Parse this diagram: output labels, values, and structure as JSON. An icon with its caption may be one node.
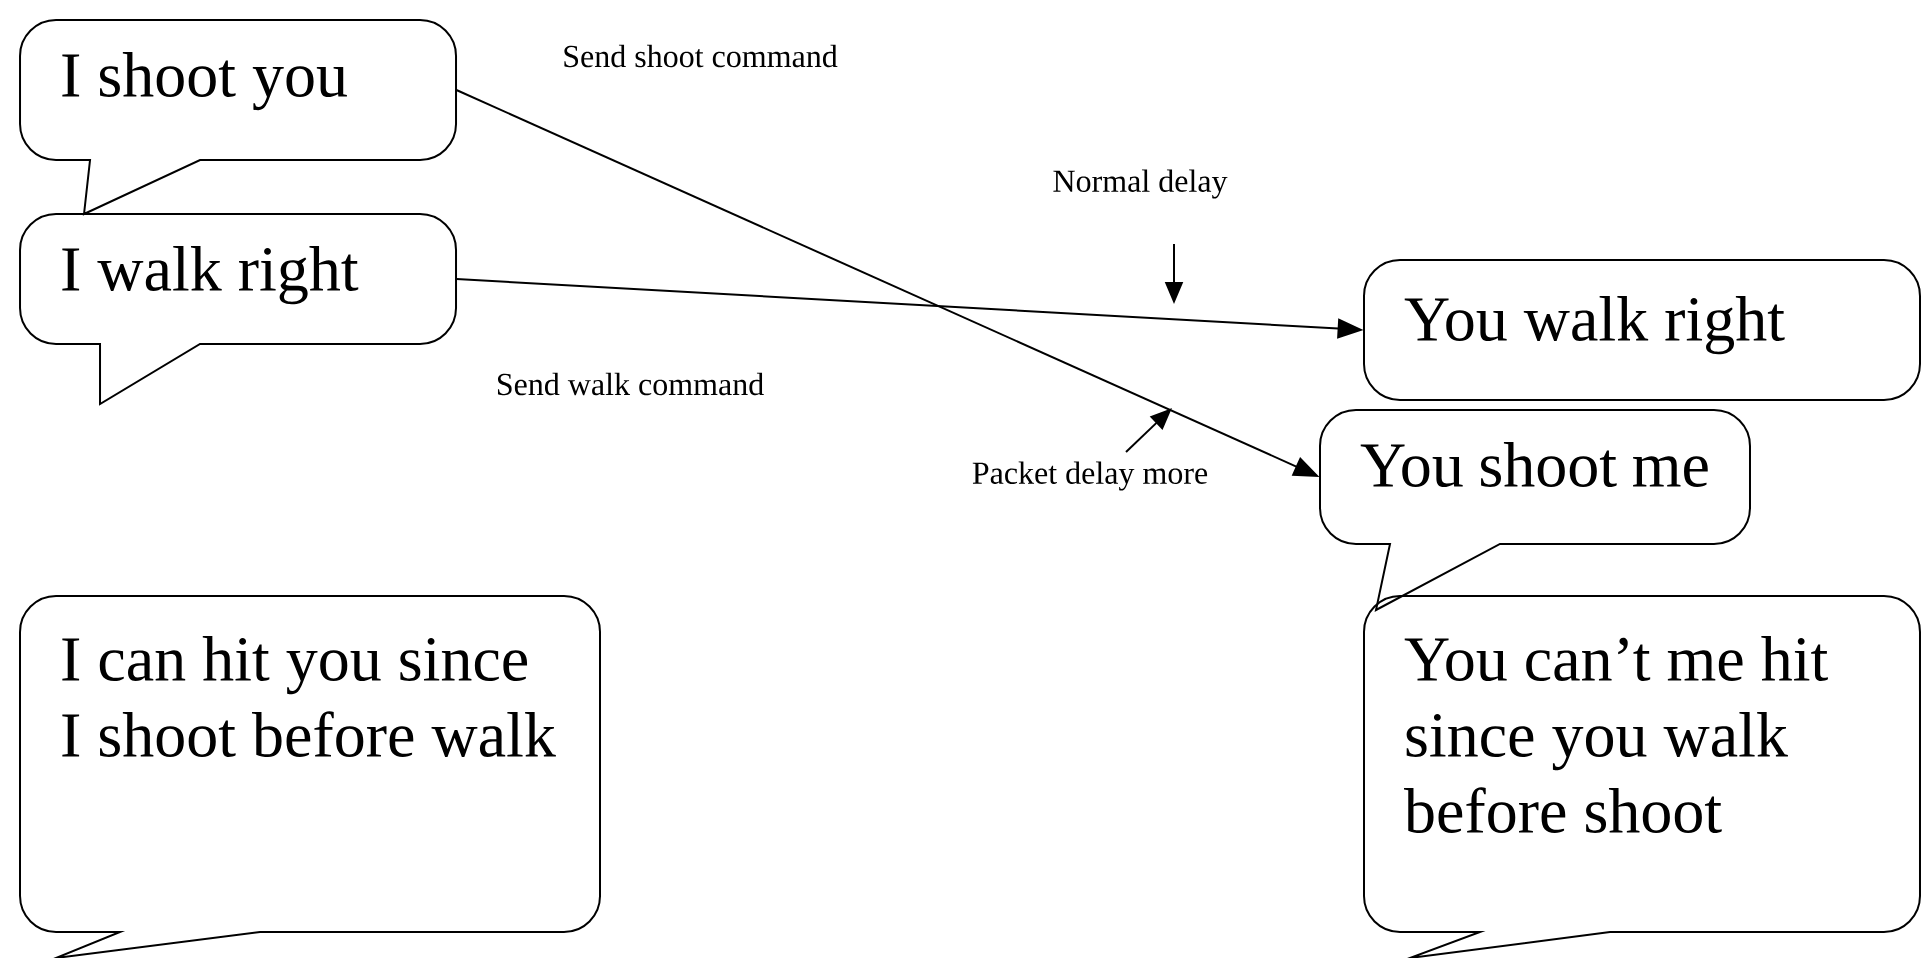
{
  "diagram": {
    "nodes": [
      {
        "text": [
          "I shoot you"
        ]
      },
      {
        "text": [
          "I walk right"
        ]
      },
      {
        "text": [
          "You walk right"
        ]
      },
      {
        "text": [
          "You shoot me"
        ]
      },
      {
        "text": [
          "I can hit you since I shoot before walk"
        ]
      },
      {
        "text": [
          "You can’t me hit since you walk before shoot"
        ]
      }
    ],
    "edges": [
      {
        "from": 0,
        "to": 3,
        "arrow": "to",
        "label": "Send shoot command"
      },
      {
        "from": 1,
        "to": 2,
        "arrow": "to",
        "label": "Send walk command"
      }
    ],
    "labels": [
      "Normal delay",
      "Packet delay more"
    ]
  }
}
